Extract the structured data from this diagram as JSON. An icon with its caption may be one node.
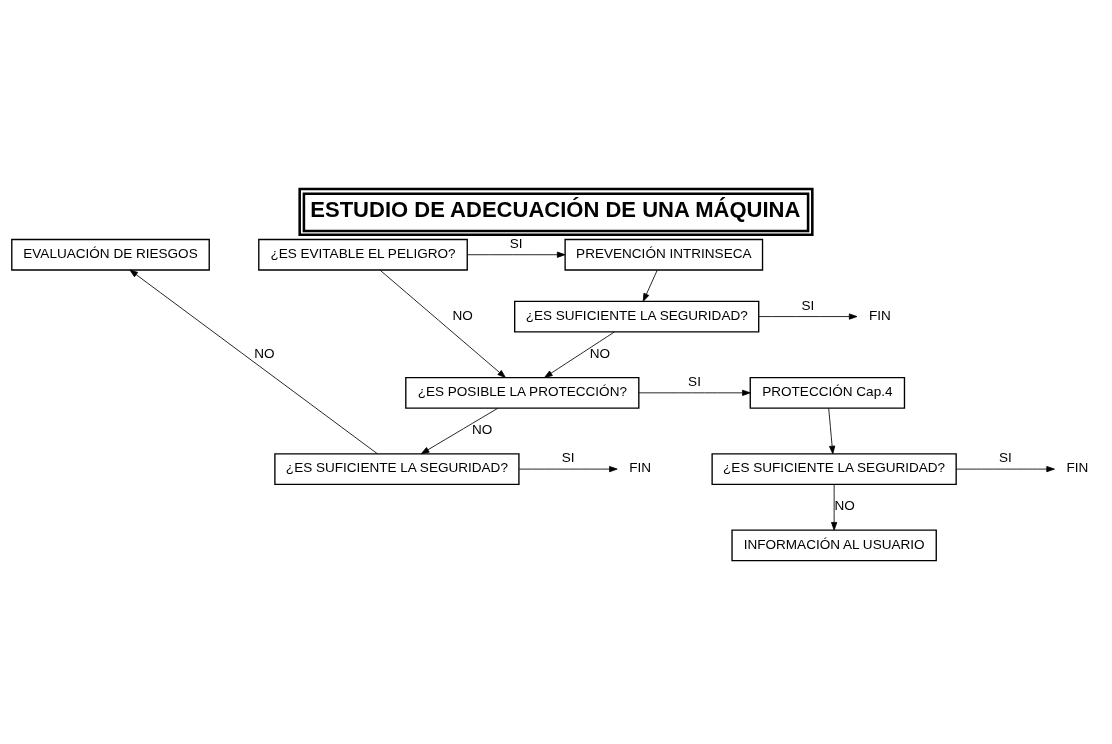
{
  "diagram": {
    "title": "ESTUDIO DE ADECUACIÓN DE UNA MÁQUINA",
    "nodes": [
      {
        "text": [
          "EVALUACIÓN DE RIESGOS"
        ]
      },
      {
        "text": [
          "¿ES EVITABLE EL PELIGRO?"
        ]
      },
      {
        "text": [
          "PREVENCIÓN INTRINSECA"
        ]
      },
      {
        "text": [
          "¿ES SUFICIENTE LA SEGURIDAD?"
        ]
      },
      {
        "text": [
          "FIN"
        ]
      },
      {
        "text": [
          "¿ES POSIBLE LA PROTECCIÓN?"
        ]
      },
      {
        "text": [
          "PROTECCIÓN Cap.4"
        ]
      },
      {
        "text": [
          "¿ES SUFICIENTE LA SEGURIDAD?"
        ]
      },
      {
        "text": [
          "FIN"
        ]
      },
      {
        "text": [
          "INFORMACIÓN AL USUARIO"
        ]
      },
      {
        "text": [
          "¿ES SUFICIENTE LA SEGURIDAD?"
        ]
      },
      {
        "text": [
          "FIN"
        ]
      }
    ],
    "edges": [
      {
        "from": 1,
        "to": 2,
        "arrow": "to",
        "label": "SI"
      },
      {
        "from": 2,
        "to": 3,
        "arrow": "to"
      },
      {
        "from": 1,
        "to": 5,
        "arrow": "to",
        "label": "NO"
      },
      {
        "from": 3,
        "to": 5,
        "arrow": "to",
        "label": "NO"
      },
      {
        "from": 3,
        "to": 4,
        "arrow": "to",
        "label": "SI"
      },
      {
        "from": 5,
        "to": 6,
        "arrow": "to",
        "label": "SI"
      },
      {
        "from": 6,
        "to": 7,
        "arrow": "to"
      },
      {
        "from": 7,
        "to": 8,
        "arrow": "to",
        "label": "SI"
      },
      {
        "from": 7,
        "to": 9,
        "arrow": "to",
        "label": "NO"
      },
      {
        "from": 5,
        "to": 10,
        "arrow": "to",
        "label": "NO"
      },
      {
        "from": 10,
        "to": 0,
        "arrow": "to",
        "label": "NO"
      },
      {
        "from": 10,
        "to": 11,
        "arrow": "to",
        "label": "SI"
      }
    ]
  }
}
